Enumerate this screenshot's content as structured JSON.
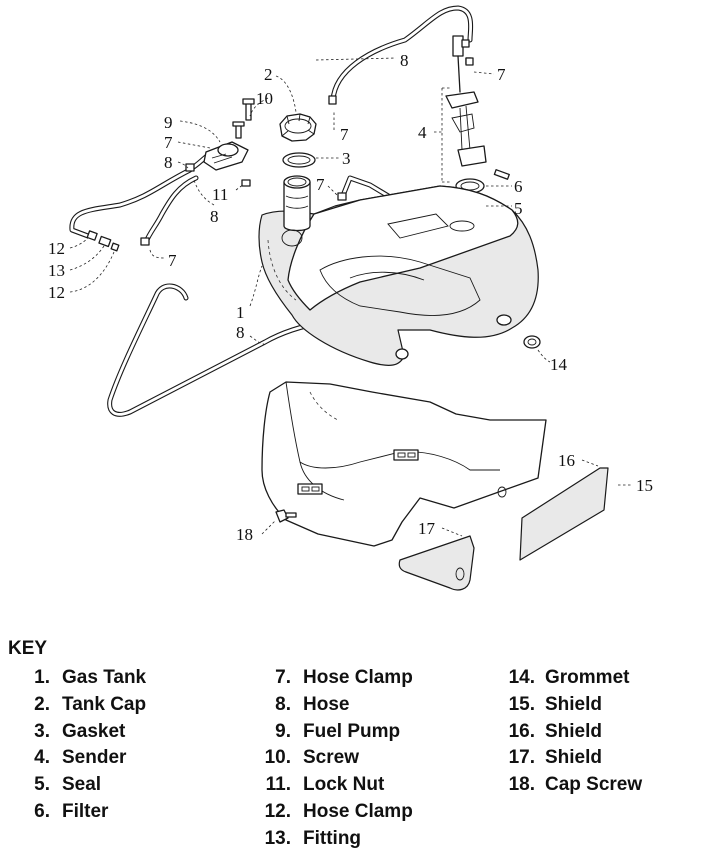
{
  "callouts": {
    "c1": "1",
    "c2": "2",
    "c3": "3",
    "c4": "4",
    "c5": "5",
    "c6": "6",
    "c7a": "7",
    "c7b": "7",
    "c7c": "7",
    "c7d": "7",
    "c7e": "7",
    "c8a": "8",
    "c8b": "8",
    "c8c": "8",
    "c8d": "8",
    "c9": "9",
    "c10": "10",
    "c11": "11",
    "c12a": "12",
    "c12b": "12",
    "c13": "13",
    "c14": "14",
    "c15": "15",
    "c16": "16",
    "c17": "17",
    "c18": "18"
  },
  "key": {
    "title": "KEY",
    "columns": [
      [
        {
          "num": "1.",
          "label": "Gas Tank"
        },
        {
          "num": "2.",
          "label": "Tank Cap"
        },
        {
          "num": "3.",
          "label": "Gasket"
        },
        {
          "num": "4.",
          "label": "Sender"
        },
        {
          "num": "5.",
          "label": "Seal"
        },
        {
          "num": "6.",
          "label": "Filter"
        }
      ],
      [
        {
          "num": "7.",
          "label": "Hose Clamp"
        },
        {
          "num": "8.",
          "label": "Hose"
        },
        {
          "num": "9.",
          "label": "Fuel Pump"
        },
        {
          "num": "10.",
          "label": "Screw"
        },
        {
          "num": "11.",
          "label": "Lock Nut"
        },
        {
          "num": "12.",
          "label": "Hose Clamp"
        },
        {
          "num": "13.",
          "label": "Fitting"
        }
      ],
      [
        {
          "num": "14.",
          "label": "Grommet"
        },
        {
          "num": "15.",
          "label": "Shield"
        },
        {
          "num": "16.",
          "label": "Shield"
        },
        {
          "num": "17.",
          "label": "Shield"
        },
        {
          "num": "18.",
          "label": "Cap Screw"
        }
      ]
    ]
  }
}
